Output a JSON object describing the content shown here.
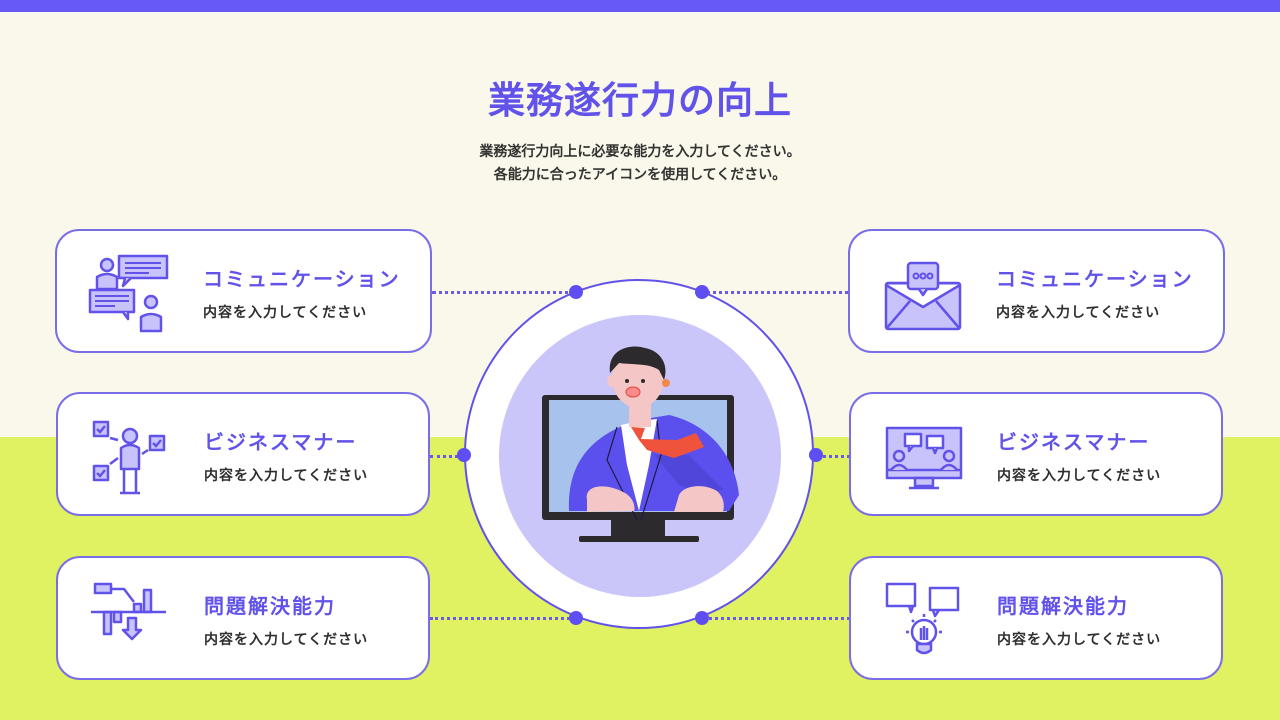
{
  "header": {
    "title": "業務遂行力の向上",
    "subtitle_line1": "業務遂行力向上に必要な能力を入力してください。",
    "subtitle_line2": "各能力に合ったアイコンを使用してください。"
  },
  "colors": {
    "accent": "#6152ea",
    "top_bar": "#6759f5",
    "background_top": "#faf8ea",
    "background_bottom": "#e0f161",
    "icon_fill": "#c9c3fb",
    "tie": "#f0533c"
  },
  "center": {
    "illustration": "businessman-in-monitor-illustration"
  },
  "cards": {
    "left": [
      {
        "icon": "chat-people-icon",
        "title": "コミュニケーション",
        "text": "内容を入力してください"
      },
      {
        "icon": "person-checklist-icon",
        "title": "ビジネスマナー",
        "text": "内容を入力してください"
      },
      {
        "icon": "chart-analysis-icon",
        "title": "問題解決能力",
        "text": "内容を入力してください"
      }
    ],
    "right": [
      {
        "icon": "envelope-chat-icon",
        "title": "コミュニケーション",
        "text": "内容を入力してください"
      },
      {
        "icon": "video-meeting-icon",
        "title": "ビジネスマナー",
        "text": "内容を入力してください"
      },
      {
        "icon": "lightbulb-idea-icon",
        "title": "問題解決能力",
        "text": "内容を入力してください"
      }
    ]
  }
}
